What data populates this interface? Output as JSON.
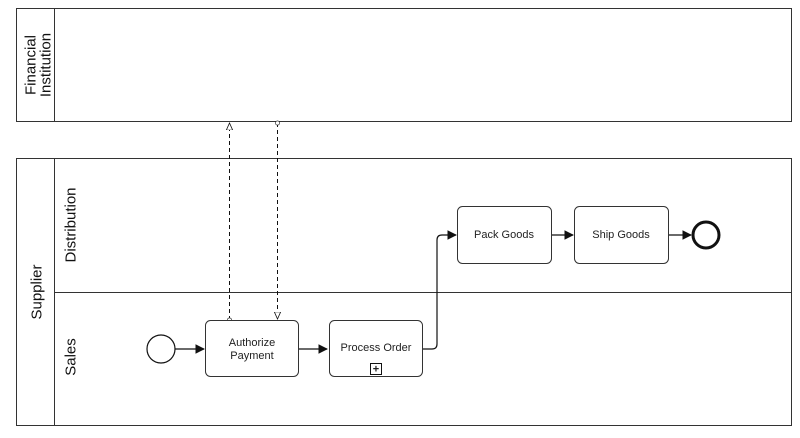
{
  "pools": {
    "financial": {
      "label_line1": "Financial",
      "label_line2": "Institution"
    },
    "supplier": {
      "label": "Supplier"
    }
  },
  "lanes": {
    "distribution": "Distribution",
    "sales": "Sales"
  },
  "tasks": {
    "authorize_line1": "Authorize",
    "authorize_line2": "Payment",
    "process_order": "Process Order",
    "process_order_marker": "+",
    "pack_goods": "Pack Goods",
    "ship_goods": "Ship Goods"
  },
  "colors": {
    "stroke": "#333333",
    "background": "#ffffff"
  }
}
